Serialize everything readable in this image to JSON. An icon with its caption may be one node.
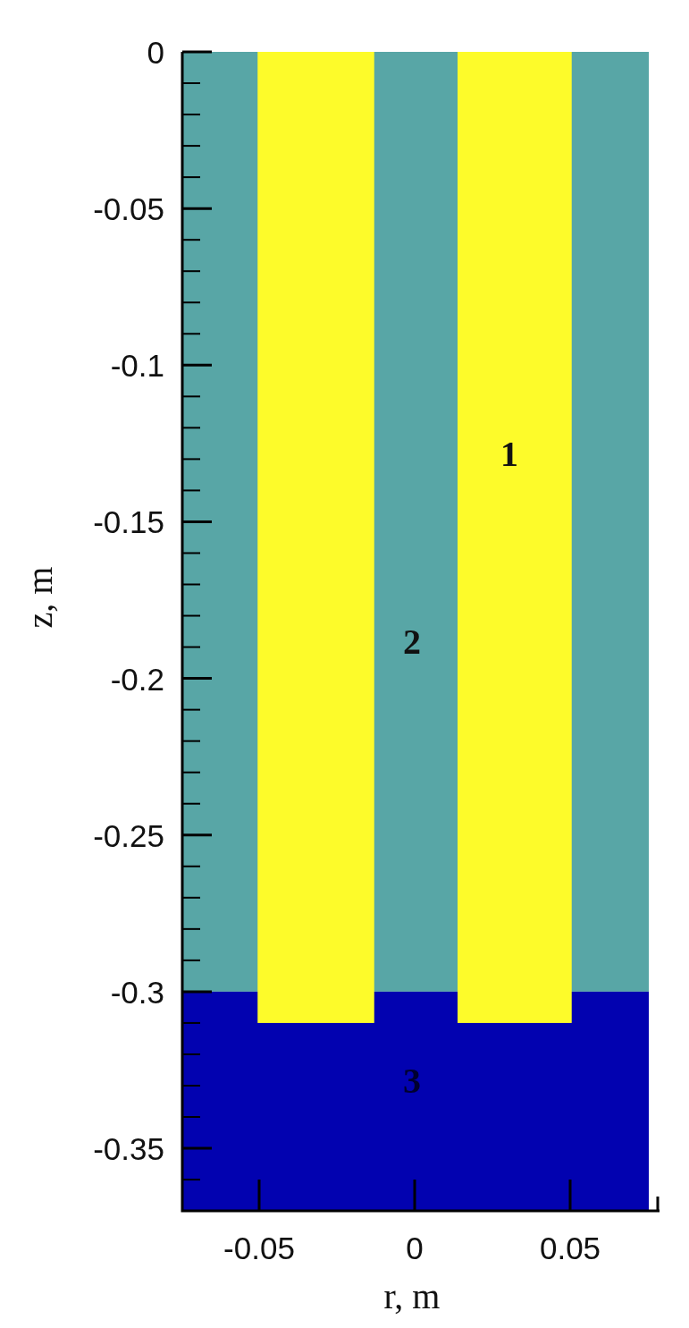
{
  "diagram": {
    "labels": [
      "0",
      "-0.05",
      "-0.1",
      "-0.15",
      "-0.2",
      "-0.25",
      "-0.3",
      "-0.35",
      "z, m",
      "1",
      "2",
      "3",
      "-0.05",
      "0",
      "0.05",
      "r, m"
    ]
  }
}
